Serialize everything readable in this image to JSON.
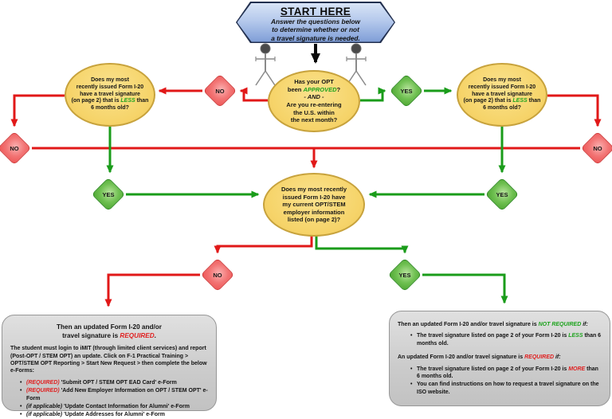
{
  "banner": {
    "title": "START HERE",
    "line1": "Answer the questions below",
    "line2": "to determine whether or not",
    "line3": "a travel signature is needed."
  },
  "labels": {
    "no": "NO",
    "yes": "YES"
  },
  "questions": {
    "opt": {
      "a": "Has your OPT\nbeen ",
      "approved": "APPROVED",
      "b": "?",
      "and": "- AND -",
      "c": "Are you re-entering\nthe U.S. within\nthe next month?"
    },
    "travel_left": {
      "a": "Does my most\nrecently issued Form I-20\nhave a travel signature\n(on page 2) that is ",
      "less": "LESS",
      "b": " than\n6 months old?"
    },
    "travel_right": {
      "a": "Does my most\nrecently issued Form I-20\nhave a travel signature\n(on page 2) that is ",
      "less": "LESS",
      "b": " than\n6 months old?"
    },
    "employer": {
      "text": "Does my most recently\nissued Form I-20 have\nmy current OPT/STEM\nemployer information\nlisted (on page 2)?"
    }
  },
  "required_box": {
    "heading_a": "Then an updated Form I-20 and/or\ntravel signature is ",
    "heading_b": "REQUIRED",
    "heading_c": ".",
    "body": "The student must login to iMIT (through limited client services) and report (Post-OPT / STEM OPT) an update. Click on F-1 Practical Training > OPT/STEM OPT Reporting > Start New Request > then complete the below e-Forms:",
    "bullets": [
      {
        "tag": "(REQUIRED)",
        "text": " 'Submit OPT / STEM OPT EAD Card' e-Form"
      },
      {
        "tag": "(REQUIRED)",
        "text": " 'Add New Employer Information on OPT / STEM OPT' e-Form"
      },
      {
        "tag": "(if applicable)",
        "text": " 'Update Contact Information for Alumni' e-Form"
      },
      {
        "tag": "(if applicable)",
        "text": " 'Update Addresses for Alumni' e-Form"
      }
    ]
  },
  "not_required_box": {
    "p1_a": "Then an updated Form I-20 and/or travel signature is ",
    "p1_b": "NOT REQUIRED",
    "p1_c": " if:",
    "b1_a": "The travel signature listed on page 2 of your Form I-20 is ",
    "b1_b": "LESS",
    "b1_c": " than 6 months old.",
    "p2_a": "An updated Form I-20 and/or travel signature is ",
    "p2_b": "REQUIRED",
    "p2_c": " if:",
    "b2_a": "The travel signature listed on page 2 of your Form I-20 is ",
    "b2_b": "MORE",
    "b2_c": " than 6 months old.",
    "b3": "You can find instructions on how to request a travel signature on the ISO website."
  },
  "colors": {
    "line_red": "#e11818",
    "line_green": "#1a9c1a",
    "ellipse_fill": "#f6d46a",
    "ellipse_border": "#c7a23c",
    "banner_blue": "#7f9ed7",
    "box_gray": "#cbcbcb",
    "highlight_green": "#1da31d",
    "highlight_red": "#e02020"
  }
}
